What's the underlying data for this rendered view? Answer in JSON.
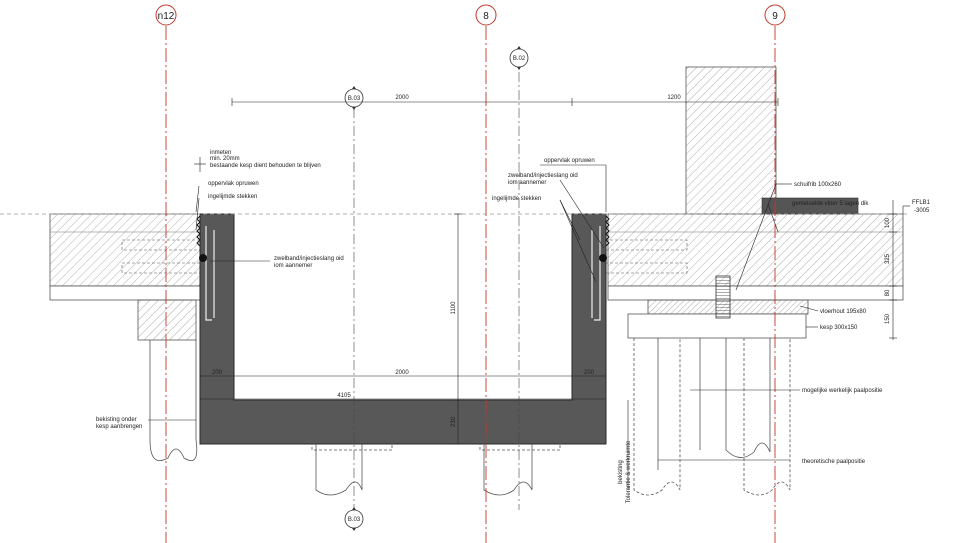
{
  "grid": {
    "left": "n12",
    "middle": "8",
    "right": "9"
  },
  "section_markers": {
    "top_left": "B.03",
    "top_mid": "B.02",
    "bottom": "B.03"
  },
  "dimensions": {
    "top_span": "2000",
    "top_right": "1200",
    "wall_left": "200",
    "inner_width": "2000",
    "wall_right": "200",
    "outer_width": "4105",
    "pit_height": "1100",
    "floor_thk": "230",
    "d100": "100",
    "d325": "325",
    "d80": "80",
    "d150": "150"
  },
  "annotations": {
    "inmeten_1": "inmeten",
    "inmeten_2": "min. 20mm",
    "inmeten_3": "bestaande kesp dient behouden te blijven",
    "oppervlak_left": "oppervlak opruwen",
    "ingelijmde_left": "ingelijmde stekken",
    "zwelband_left_1": "zwelband/injectieslang oid",
    "zwelband_left_2": "iom aannemer",
    "oppervlak_right": "oppervlak opruwen",
    "zwelband_right_1": "zwelband/injectieslang oid",
    "zwelband_right_2": "iom aannemer",
    "ingelijmde_right": "ingelijmde stekken",
    "schuifrib": "schuifrib 100x260",
    "gemetselde": "gemetselde  vloer 5 lagen dik",
    "ffl_1": "FFLB1",
    "ffl_2": "-3005",
    "vloerhout": "vloerhout 195x80",
    "kesp": "kesp 300x150",
    "mogelijke": "mogelijke werkelijk paalpositie",
    "theoretische": "theoretische paalpositie",
    "bekisting_1": "bekisting onder",
    "bekisting_2": "kesp aanbrengen",
    "tolerantie_1": "bekisting",
    "tolerantie_2": "Tolerantie & werkruimte"
  }
}
